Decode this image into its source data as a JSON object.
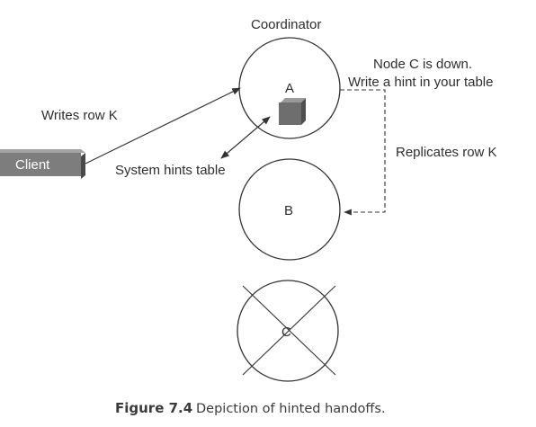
{
  "diagram": {
    "coordinator_label": "Coordinator",
    "client_label": "Client",
    "writes_label": "Writes row K",
    "hints_table_label": "System hints table",
    "note_line1": "Node C is down.",
    "note_line2": "Write a hint in your table",
    "replicates_label": "Replicates row K",
    "node_a": "A",
    "node_b": "B",
    "node_c": "C",
    "colors": {
      "stroke": "#333333",
      "client_fill": "#7d7d7d",
      "client_shadow": "#4a4a4a",
      "hint_box": "#6e6e6e"
    }
  },
  "caption": {
    "label": "Figure 7.4",
    "text": "Depiction of hinted handoffs."
  }
}
